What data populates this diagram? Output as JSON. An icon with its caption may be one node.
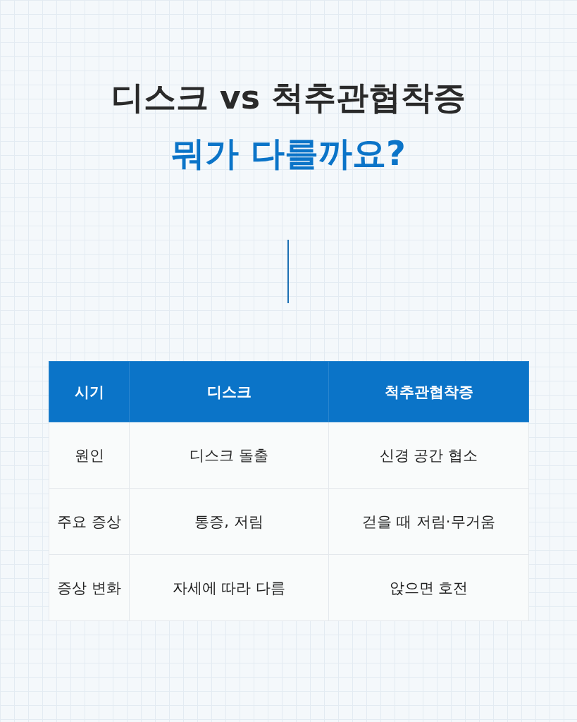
{
  "diagram": {
    "title": "디스크 vs 척추관협착증",
    "labels": [
      "뭐가 다를까요?",
      "시기",
      "디스크",
      "척추관협착증",
      "원인",
      "디스크 돌출",
      "신경 공간 협소",
      "주요 증상",
      "통증, 저림",
      "걷을 때 저림·무거움",
      "증상 변화",
      "자세에 따라 다름",
      "앉으면 호전"
    ]
  }
}
